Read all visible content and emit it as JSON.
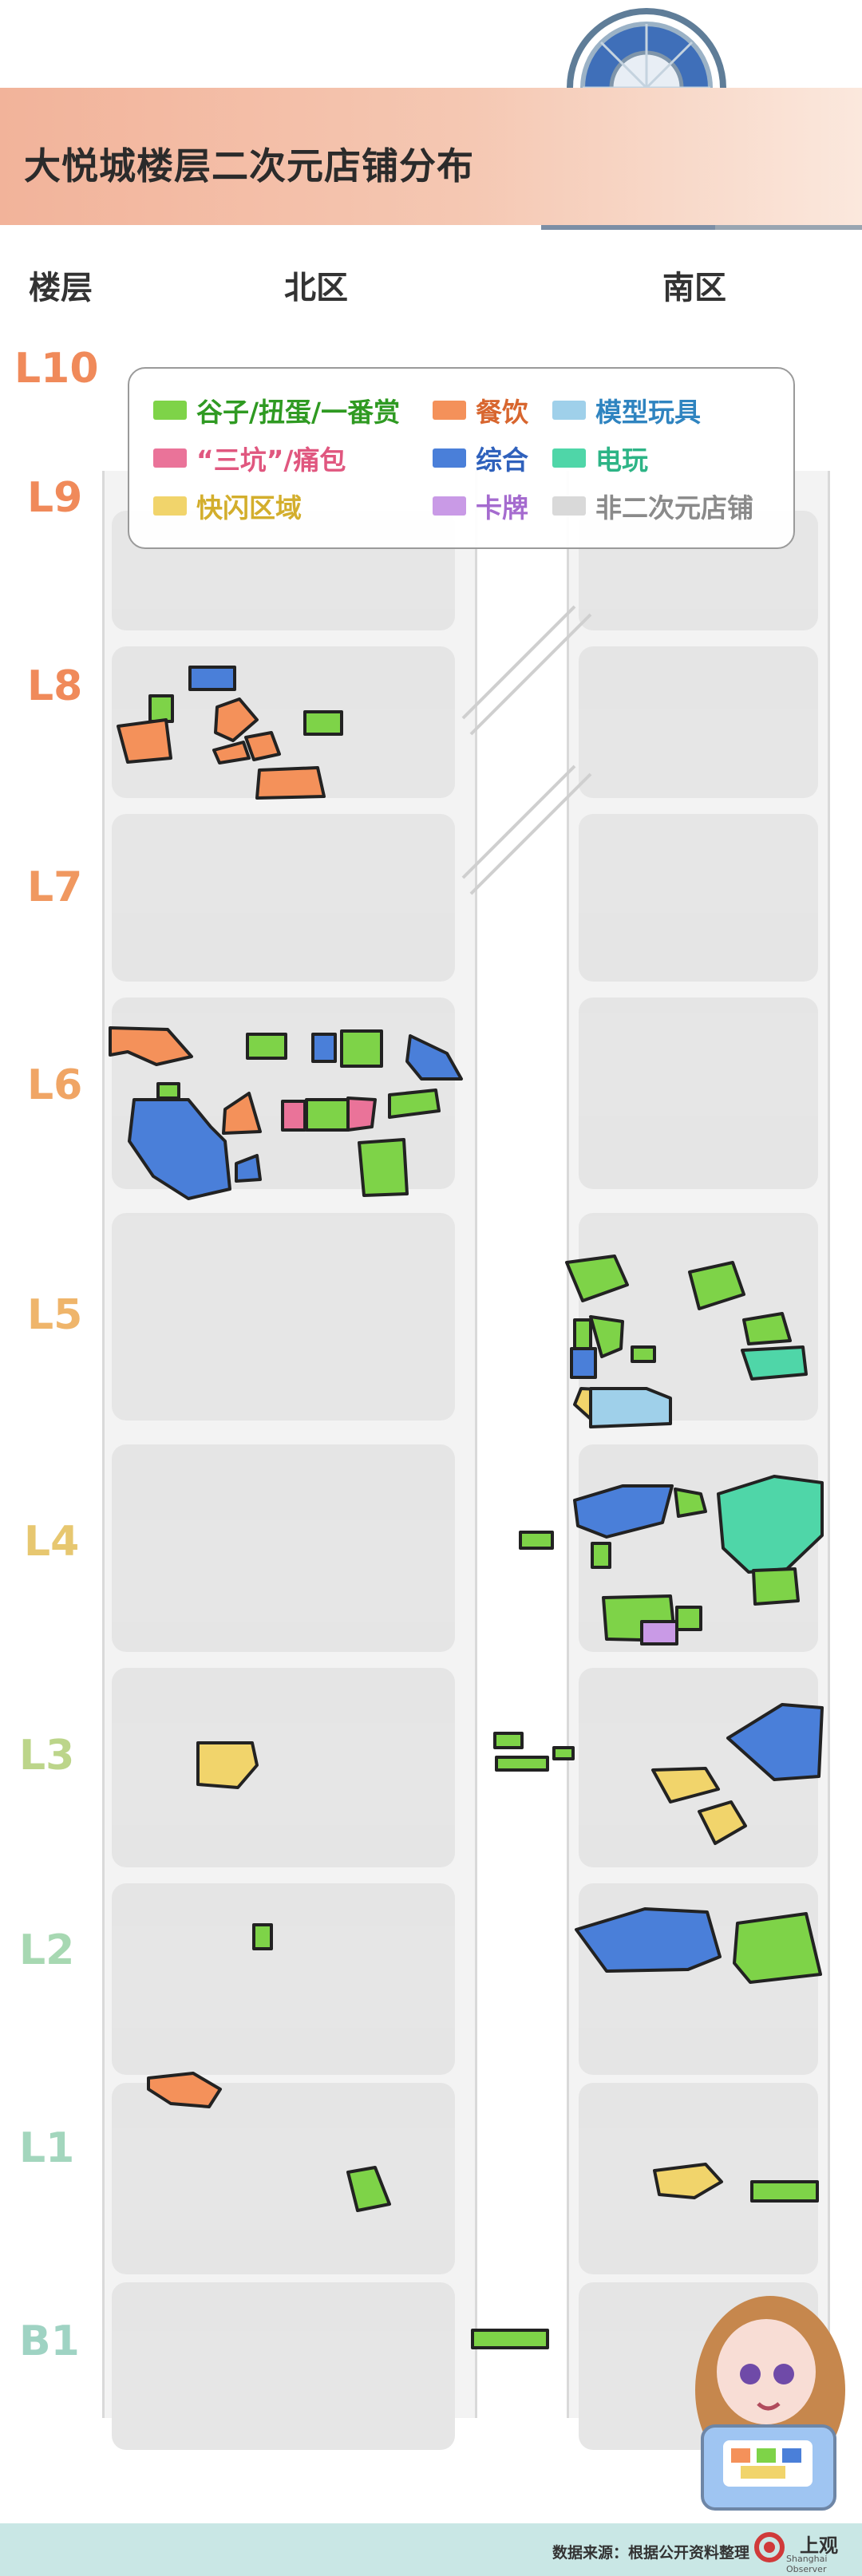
{
  "title": "大悦城楼层二次元店铺分布",
  "headers": {
    "floor": "楼层",
    "north": "北区",
    "south": "南区"
  },
  "legend": [
    {
      "label": "谷子/扭蛋/一番赏",
      "color": "#7ed348"
    },
    {
      "label": "餐饮",
      "color": "#f4915a"
    },
    {
      "label": "模型玩具",
      "color": "#9fd0ea"
    },
    {
      "label": "“三坑”/痛包",
      "color": "#ea7399"
    },
    {
      "label": "综合",
      "color": "#4a7fd9"
    },
    {
      "label": "电玩",
      "color": "#4fd6a8"
    },
    {
      "label": "快闪区域",
      "color": "#f1d46b"
    },
    {
      "label": "卡牌",
      "color": "#c99ae6"
    },
    {
      "label": "非二次元店铺",
      "color": "#d9d9d9"
    }
  ],
  "floors": [
    {
      "label": "L10",
      "color": "#f08a5a"
    },
    {
      "label": "L9",
      "color": "#f08a5a"
    },
    {
      "label": "L8",
      "color": "#f08a5a"
    },
    {
      "label": "L7",
      "color": "#f09860"
    },
    {
      "label": "L6",
      "color": "#f0a565"
    },
    {
      "label": "L5",
      "color": "#efb56b"
    },
    {
      "label": "L4",
      "color": "#e7c770"
    },
    {
      "label": "L3",
      "color": "#bcd58a"
    },
    {
      "label": "L2",
      "color": "#a7d8b2"
    },
    {
      "label": "L1",
      "color": "#a3d6bd"
    },
    {
      "label": "B1",
      "color": "#9fd3c3"
    }
  ],
  "footer": {
    "source": "数据来源：根据公开资料整理",
    "brand": "上观",
    "brand_en": "Shanghai Observer"
  }
}
